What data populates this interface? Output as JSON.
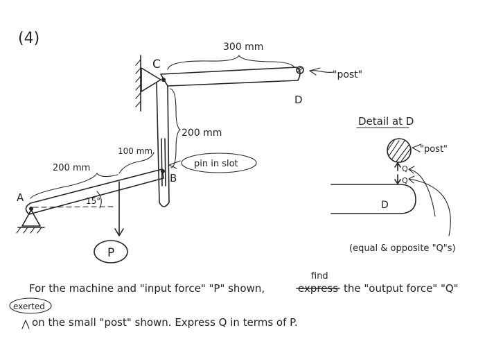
{
  "problem": {
    "number": "(4)"
  },
  "labels": {
    "point_a": "A",
    "point_b": "B",
    "point_c": "C",
    "point_d": "D",
    "dim_300": "300 mm",
    "dim_200_vertical": "200 mm",
    "dim_100": "100 mm",
    "dim_200_lever": "200 mm",
    "angle": "15°",
    "post_label": "\"post\"",
    "pin_in_slot": "pin in slot",
    "input_force": "P"
  },
  "detail": {
    "title": "Detail at D",
    "post_label": "\"post\"",
    "q_up": "Q",
    "q_down": "Q",
    "d_label": "D",
    "note": "(equal & opposite \"Q\"s)"
  },
  "statement": {
    "line1_part1": "For the machine and \"input force\" \"P\" shown,",
    "struck_word": "express",
    "inserted_word": "find",
    "line1_part2": "the \"output force\" \"Q\"",
    "inserted_circled": "exerted",
    "line2": "on the small \"post\" shown. Express Q in terms of P."
  },
  "colors": {
    "ink": "#222222",
    "background": "#ffffff",
    "post_hatch": "#444444"
  }
}
